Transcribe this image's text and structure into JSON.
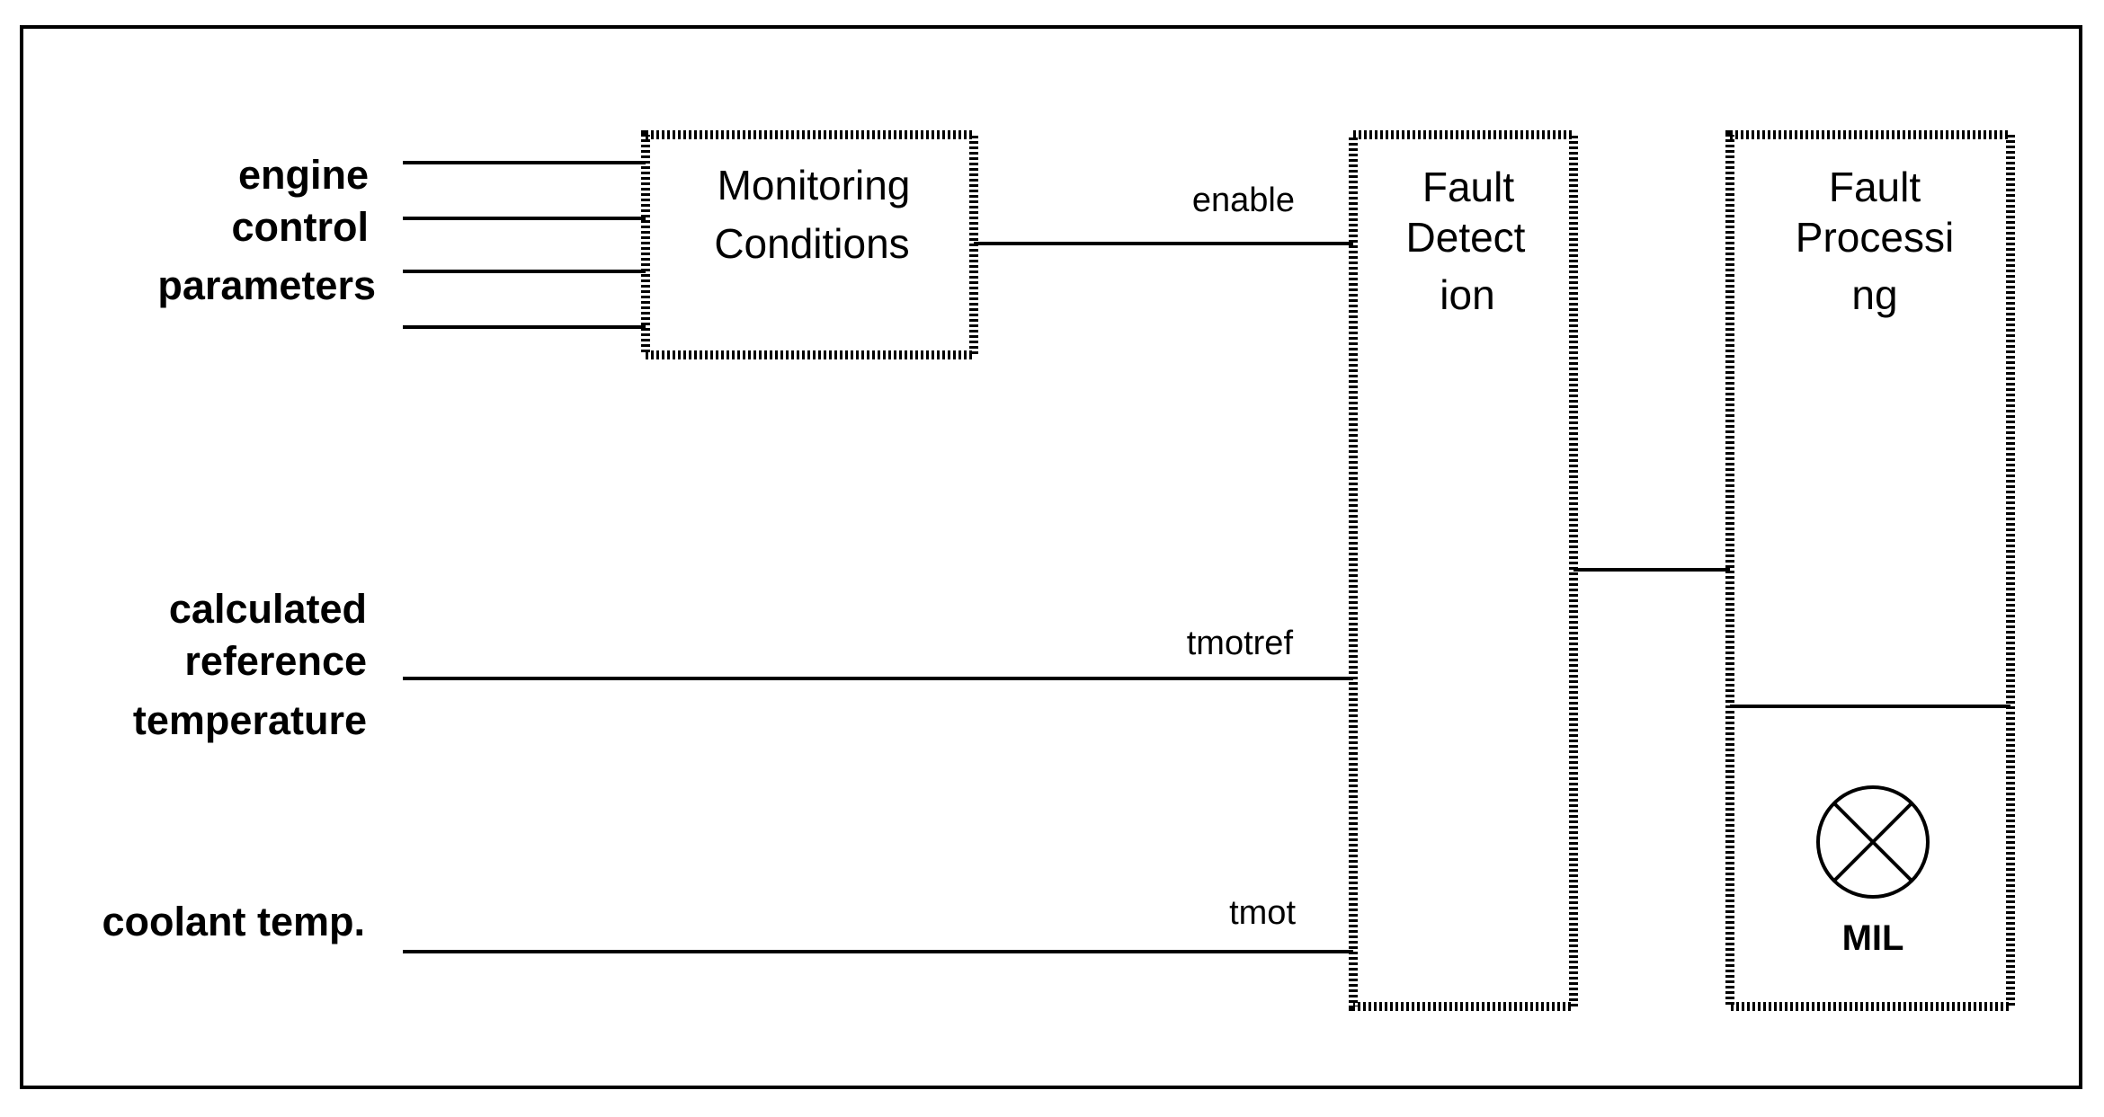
{
  "inputs": {
    "engine_control": [
      "engine",
      "control",
      "parameters"
    ],
    "reference_temp": [
      "calculated",
      "reference",
      "temperature"
    ],
    "coolant": "coolant temp."
  },
  "blocks": {
    "monitoring": [
      "Monitoring",
      "Conditions"
    ],
    "fault_detection": [
      "Fault",
      "Detect",
      "ion"
    ],
    "fault_processing": [
      "Fault",
      "Processi",
      "ng"
    ]
  },
  "signals": {
    "enable": "enable",
    "tmotref": "tmotref",
    "tmot": "tmot"
  },
  "indicator": {
    "label": "MIL",
    "icon": "lamp-icon"
  }
}
